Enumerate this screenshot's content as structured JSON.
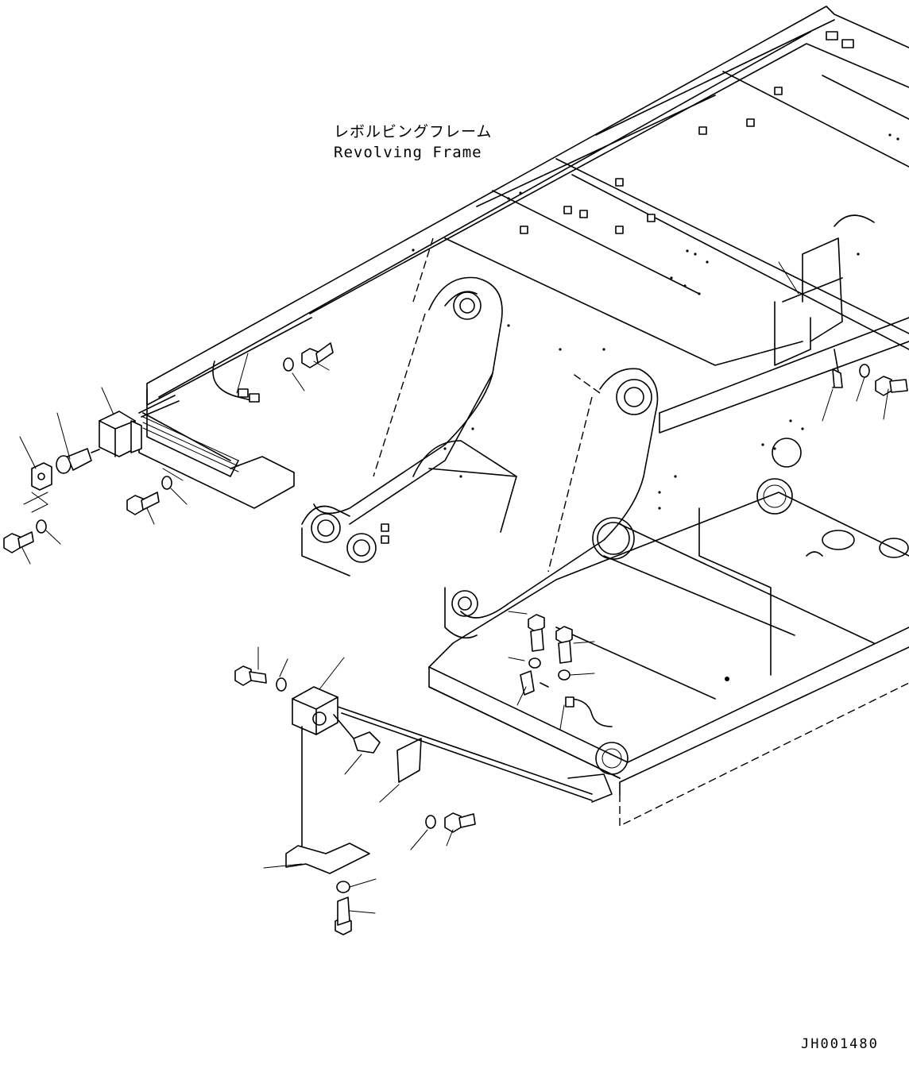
{
  "diagram": {
    "title_jp": "レボルビングフレーム",
    "title_en": "Revolving Frame",
    "drawing_id": "JH001480"
  }
}
